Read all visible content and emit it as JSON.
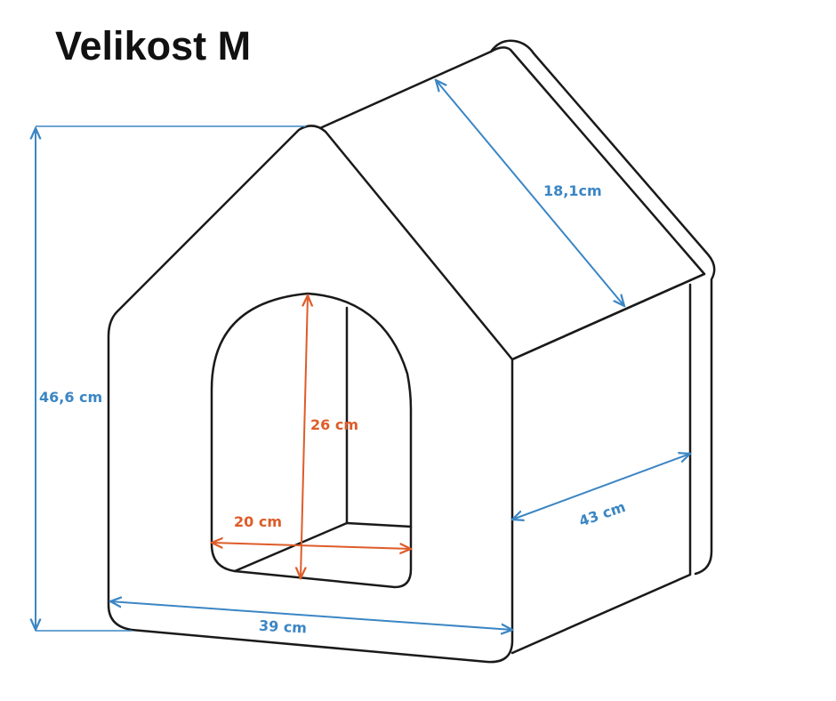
{
  "title": "Velikost M",
  "colors": {
    "outline": "#1a1a1a",
    "blue_dimension": "#3b86c4",
    "orange_dimension": "#de5c29"
  },
  "dimensions": {
    "total_height": "46,6 cm",
    "roof_length": "18,1cm",
    "front_width": "39 cm",
    "depth": "43 cm",
    "door_height": "26 cm",
    "door_width": "20 cm"
  }
}
